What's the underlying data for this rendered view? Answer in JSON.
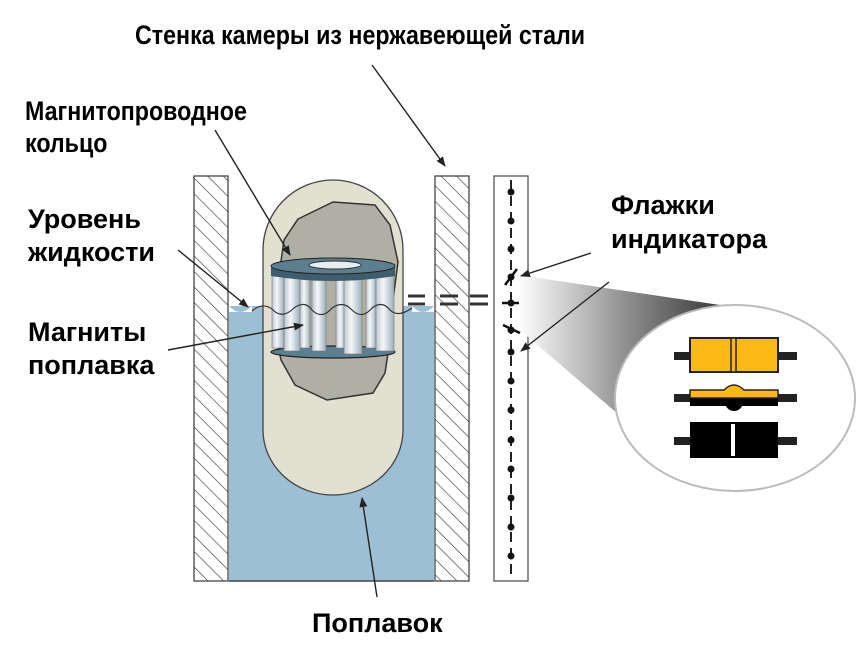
{
  "diagram": {
    "title": "Magnetic level indicator",
    "labels": {
      "chamber_wall": "Стенка камеры из нержавеющей стали",
      "magnetic_ring_line1": "Магнитопроводное",
      "magnetic_ring_line2": "кольцо",
      "liquid_level_line1": "Уровень",
      "liquid_level_line2": "жидкости",
      "float_magnets_line1": "Магниты",
      "float_magnets_line2": "поплавка",
      "indicator_flags_line1": "Флажки",
      "indicator_flags_line2": "индикатора",
      "float": "Поплавок"
    },
    "colors": {
      "liquid": "#9dbfd3",
      "float_body": "#e2e0d0",
      "float_cutaway": "#b0afa5",
      "ring": "#5c7f90",
      "flag_yellow": "#fbb817",
      "flag_black": "#000000",
      "outline": "#333333"
    },
    "flags_in_zoom": [
      "yellow-flag-face",
      "flag-edge-transition",
      "black-flag-face"
    ]
  }
}
